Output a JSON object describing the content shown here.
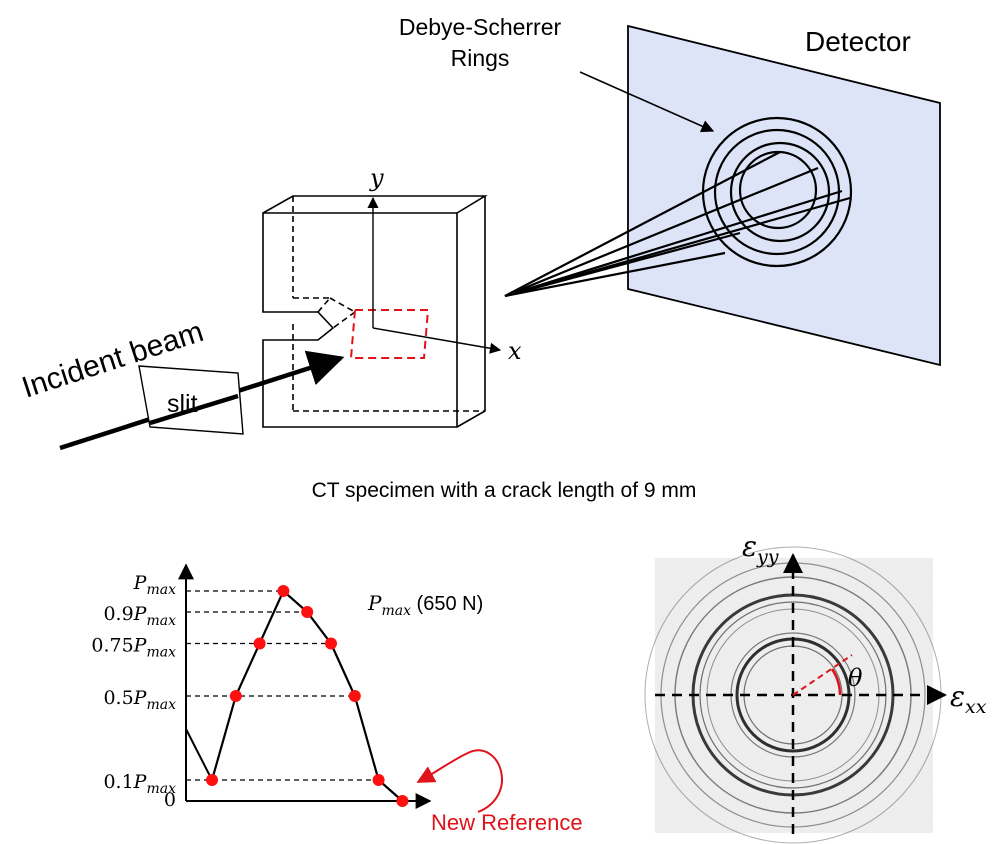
{
  "labels": {
    "detector": "Detector",
    "debye_line1": "Debye-Scherrer",
    "debye_line2": "Rings",
    "incident_beam": "Incident beam",
    "slit": "slit",
    "axis_x": "x",
    "axis_y": "y",
    "caption": "CT specimen with a crack length of 9 mm"
  },
  "load_plot": {
    "pmax_note_sym": "P",
    "pmax_note_sub": "max",
    "pmax_note_value": " (650 N)",
    "new_reference": "New Reference",
    "levels": [
      {
        "coef": "",
        "sub": "max",
        "sym": "P",
        "value": 1.0
      },
      {
        "coef": "0.9",
        "sub": "max",
        "sym": "P",
        "value": 0.9
      },
      {
        "coef": "0.75",
        "sub": "max",
        "sym": "P",
        "value": 0.75
      },
      {
        "coef": "0.5",
        "sub": "max",
        "sym": "P",
        "value": 0.5
      },
      {
        "coef": "0.1",
        "sub": "max",
        "sym": "P",
        "value": 0.1
      },
      {
        "coef": "0",
        "sub": "",
        "sym": "",
        "value": 0.0
      }
    ],
    "points": [
      {
        "step": 0,
        "load": 0.1
      },
      {
        "step": 1,
        "load": 0.5
      },
      {
        "step": 2,
        "load": 0.75
      },
      {
        "step": 3,
        "load": 1.0
      },
      {
        "step": 4,
        "load": 0.9
      },
      {
        "step": 5,
        "load": 0.75
      },
      {
        "step": 6,
        "load": 0.5
      },
      {
        "step": 7,
        "load": 0.1
      },
      {
        "step": 8,
        "load": 0.0
      }
    ]
  },
  "diffraction": {
    "eps_yy_sym": "ε",
    "eps_yy_sub": "yy",
    "eps_xx_sym": "ε",
    "eps_xx_sub": "xx",
    "theta": "θ"
  },
  "colors": {
    "line": "#000000",
    "detector_fill": "#dde4f7",
    "red": "#e0121a",
    "point": "#ff1010"
  }
}
